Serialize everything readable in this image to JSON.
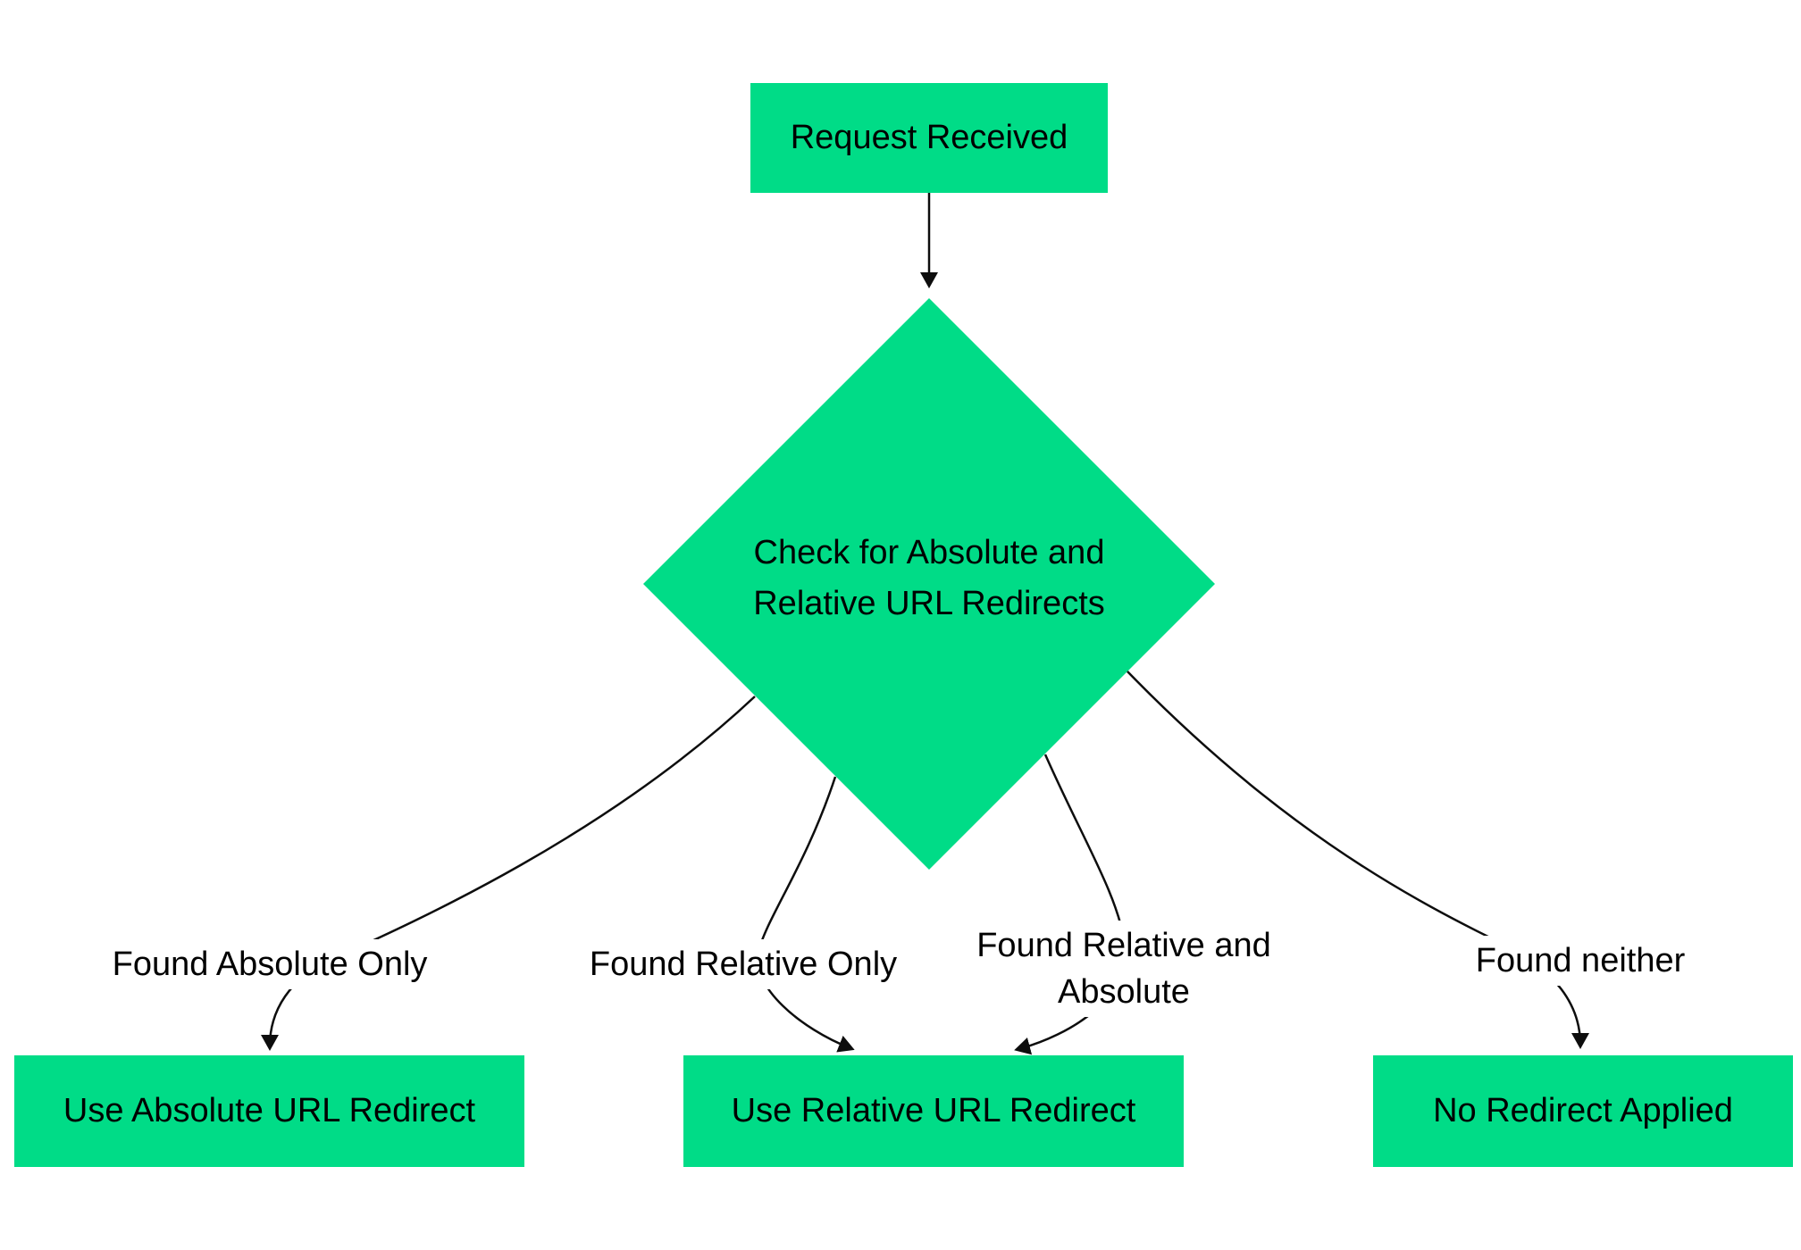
{
  "diagram": {
    "type": "flowchart",
    "background": "#ffffff",
    "colors": {
      "node_fill": "#00DC87",
      "node_text": "#000000",
      "edge_line": "#0d0d0d"
    },
    "nodes": {
      "request": {
        "label": "Request Received"
      },
      "decision": {
        "label_line1": "Check for Absolute and",
        "label_line2": "Relative URL Redirects"
      },
      "use_absolute": {
        "label": "Use Absolute URL Redirect"
      },
      "use_relative": {
        "label": "Use Relative URL Redirect"
      },
      "no_redirect": {
        "label": "No Redirect Applied"
      }
    },
    "edge_labels": {
      "found_absolute_only": {
        "label": "Found Absolute Only"
      },
      "found_relative_only": {
        "label": "Found Relative Only"
      },
      "found_relative_and_absolute": {
        "line1": "Found Relative and",
        "line2": "Absolute"
      },
      "found_neither": {
        "label": "Found neither"
      }
    }
  }
}
